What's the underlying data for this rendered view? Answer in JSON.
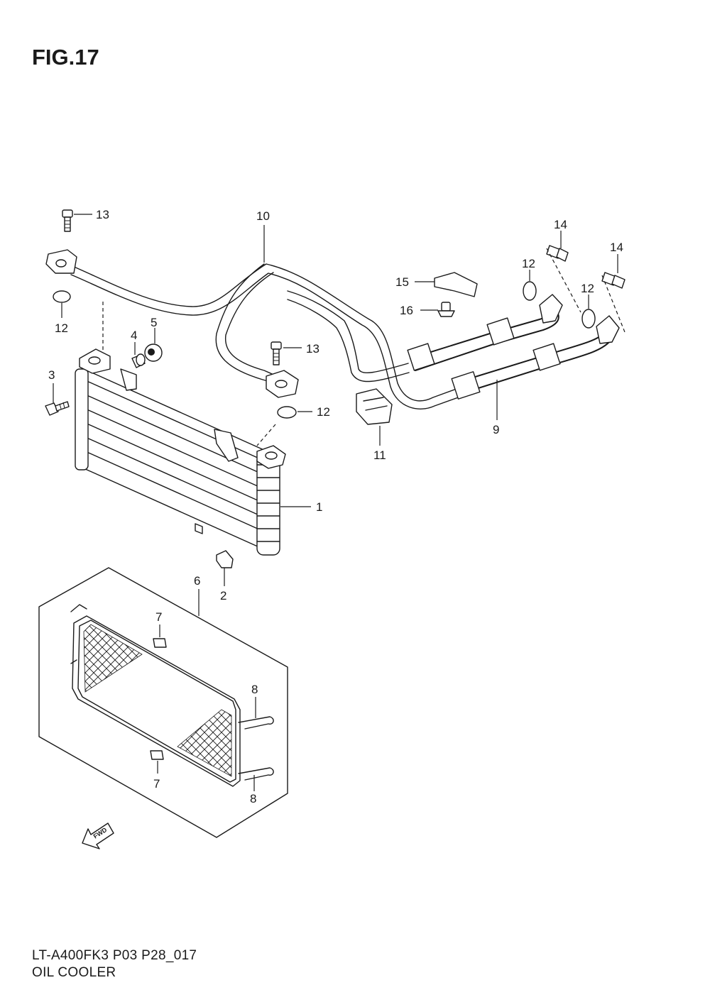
{
  "figure": {
    "title": "FIG.17",
    "model_code": "LT-A400FK3 P03 P28_017",
    "name": "OIL COOLER"
  },
  "fwd_arrow_label": "FWD",
  "callouts": {
    "c1": "1",
    "c2": "2",
    "c3": "3",
    "c4": "4",
    "c5": "5",
    "c6": "6",
    "c7a": "7",
    "c7b": "7",
    "c8a": "8",
    "c8b": "8",
    "c9": "9",
    "c10": "10",
    "c11": "11",
    "c12a": "12",
    "c12b": "12",
    "c12c": "12",
    "c12d": "12",
    "c13a": "13",
    "c13b": "13",
    "c14a": "14",
    "c14b": "14",
    "c15": "15",
    "c16": "16"
  }
}
